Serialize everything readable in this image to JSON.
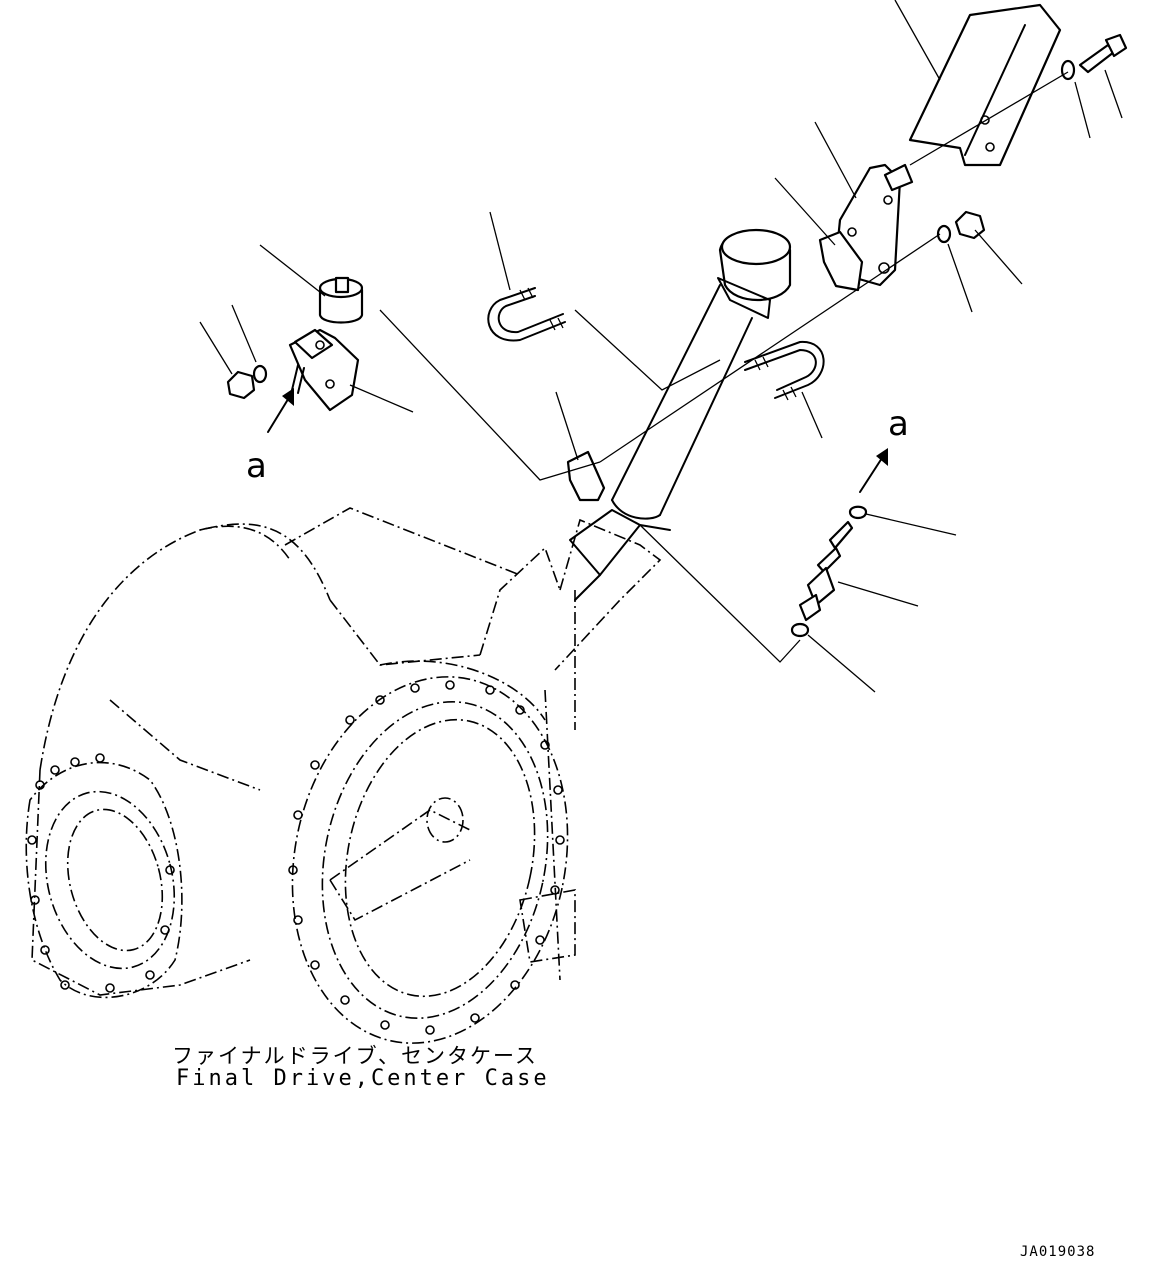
{
  "captions": {
    "japanese": "ファイナルドライブ、センタケース",
    "english": "Final Drive,Center Case"
  },
  "view_markers": {
    "left": "a",
    "right": "a"
  },
  "drawing_id": "JA019038"
}
